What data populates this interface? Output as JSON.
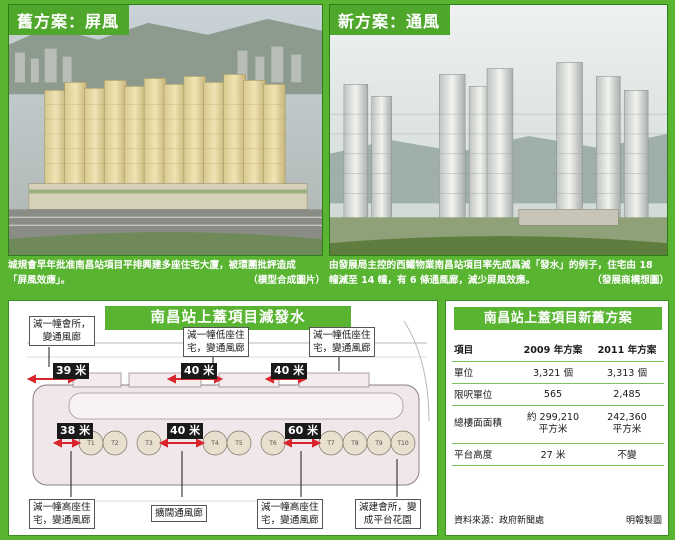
{
  "photos": {
    "left": {
      "title": "舊方案：屏風"
    },
    "right": {
      "title": "新方案：通風"
    }
  },
  "captions": {
    "left": {
      "line1": "城規會早年批准南昌站項目平排興建多座住宅大廈，被環團批評造成",
      "line2": "「屏風效應」。",
      "credit": "（模型合成圖片）"
    },
    "right": {
      "line1": "由發展局主控的西鐵物業南昌站項目率先成爲減「發水」的例子，住宅由 18",
      "line2": "幢減至 14 幢，有 6 條通風廊，減少屏風效應。",
      "credit": "（發展商構想圖）"
    }
  },
  "plan": {
    "title": "南昌站上蓋項目減發水",
    "notes": {
      "top_left": [
        "減一幢會所，",
        "變通風廊"
      ],
      "top_mid": [
        "減一幢低座住",
        "宅，變通風廊"
      ],
      "top_right": [
        "減一幢低座住",
        "宅，變通風廊"
      ],
      "bottom_1": [
        "減一幢高座住",
        "宅，變通風廊"
      ],
      "bottom_2": [
        "擴闊通風廊"
      ],
      "bottom_3": [
        "減一幢高座住",
        "宅，變通風廊"
      ],
      "bottom_4": [
        "減建會所，變",
        "成平台花園"
      ]
    },
    "distances": {
      "top_1": "39 米",
      "top_2": "40 米",
      "top_3": "40 米",
      "bottom_1": "38 米",
      "bottom_2": "40 米",
      "bottom_3": "60 米"
    },
    "tower_labels": [
      "T1",
      "T2",
      "T3",
      "T4",
      "T5",
      "T6",
      "T7",
      "T8",
      "T9",
      "T10"
    ]
  },
  "table": {
    "title": "南昌站上蓋項目新舊方案",
    "headers": [
      "項目",
      "2009 年方案",
      "2011 年方案"
    ],
    "rows": [
      {
        "label": "單位",
        "old": [
          "3,321 個"
        ],
        "new": [
          "3,313 個"
        ]
      },
      {
        "label": "限呎單位",
        "old": [
          "565"
        ],
        "new": [
          "2,485"
        ]
      },
      {
        "label": "總樓面面積",
        "old": [
          "約 299,210",
          "平方米"
        ],
        "new": [
          "242,360",
          "平方米"
        ]
      },
      {
        "label": "平台高度",
        "old": [
          "27 米"
        ],
        "new": [
          "不變"
        ]
      }
    ],
    "source": "資料來源：政府新聞處",
    "credit": "明報製圖"
  },
  "colors": {
    "background": "#58b431",
    "ventilation_arrow": "#d8252c",
    "podium": "#efe7ea"
  }
}
